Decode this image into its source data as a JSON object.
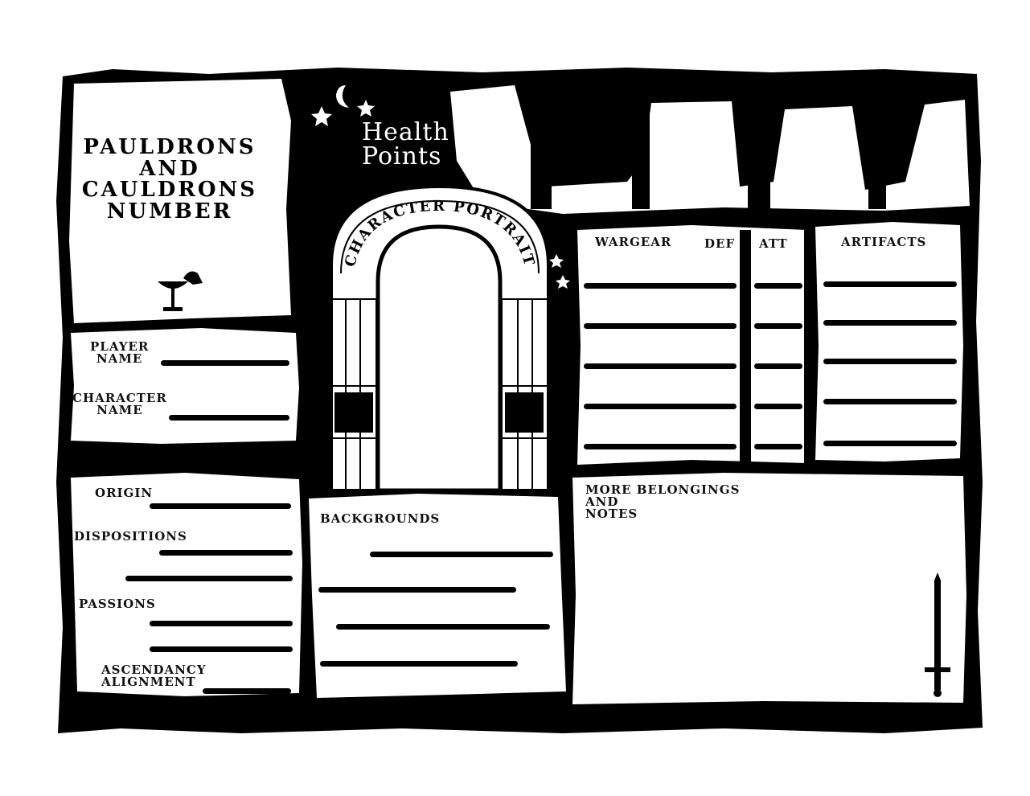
{
  "sheet": {
    "title_lines": [
      "PAULDRONS",
      "AND",
      "CAULDRONS",
      "NUMBER"
    ],
    "health": [
      "Health",
      "Points"
    ],
    "portrait_label": "CHARACTER PORTRAIT",
    "player_name": [
      "PLAYER",
      "NAME"
    ],
    "character_name": [
      "CHARACTER",
      "NAME"
    ],
    "origin": "ORIGIN",
    "dispositions": "DISPOSITIONS",
    "passions": "PASSIONS",
    "ascendancy": [
      "ASCENDANCY",
      "ALIGNMENT"
    ],
    "backgrounds": "BACKGROUNDS",
    "wargear": "WARGEAR",
    "def": "DEF",
    "att": "ATT",
    "artifacts": "ARTIFACTS",
    "belongings": [
      "MORE BELONGINGS",
      "AND",
      "NOTES"
    ]
  },
  "colors": {
    "ink": "#000000",
    "paper": "#ffffff"
  }
}
